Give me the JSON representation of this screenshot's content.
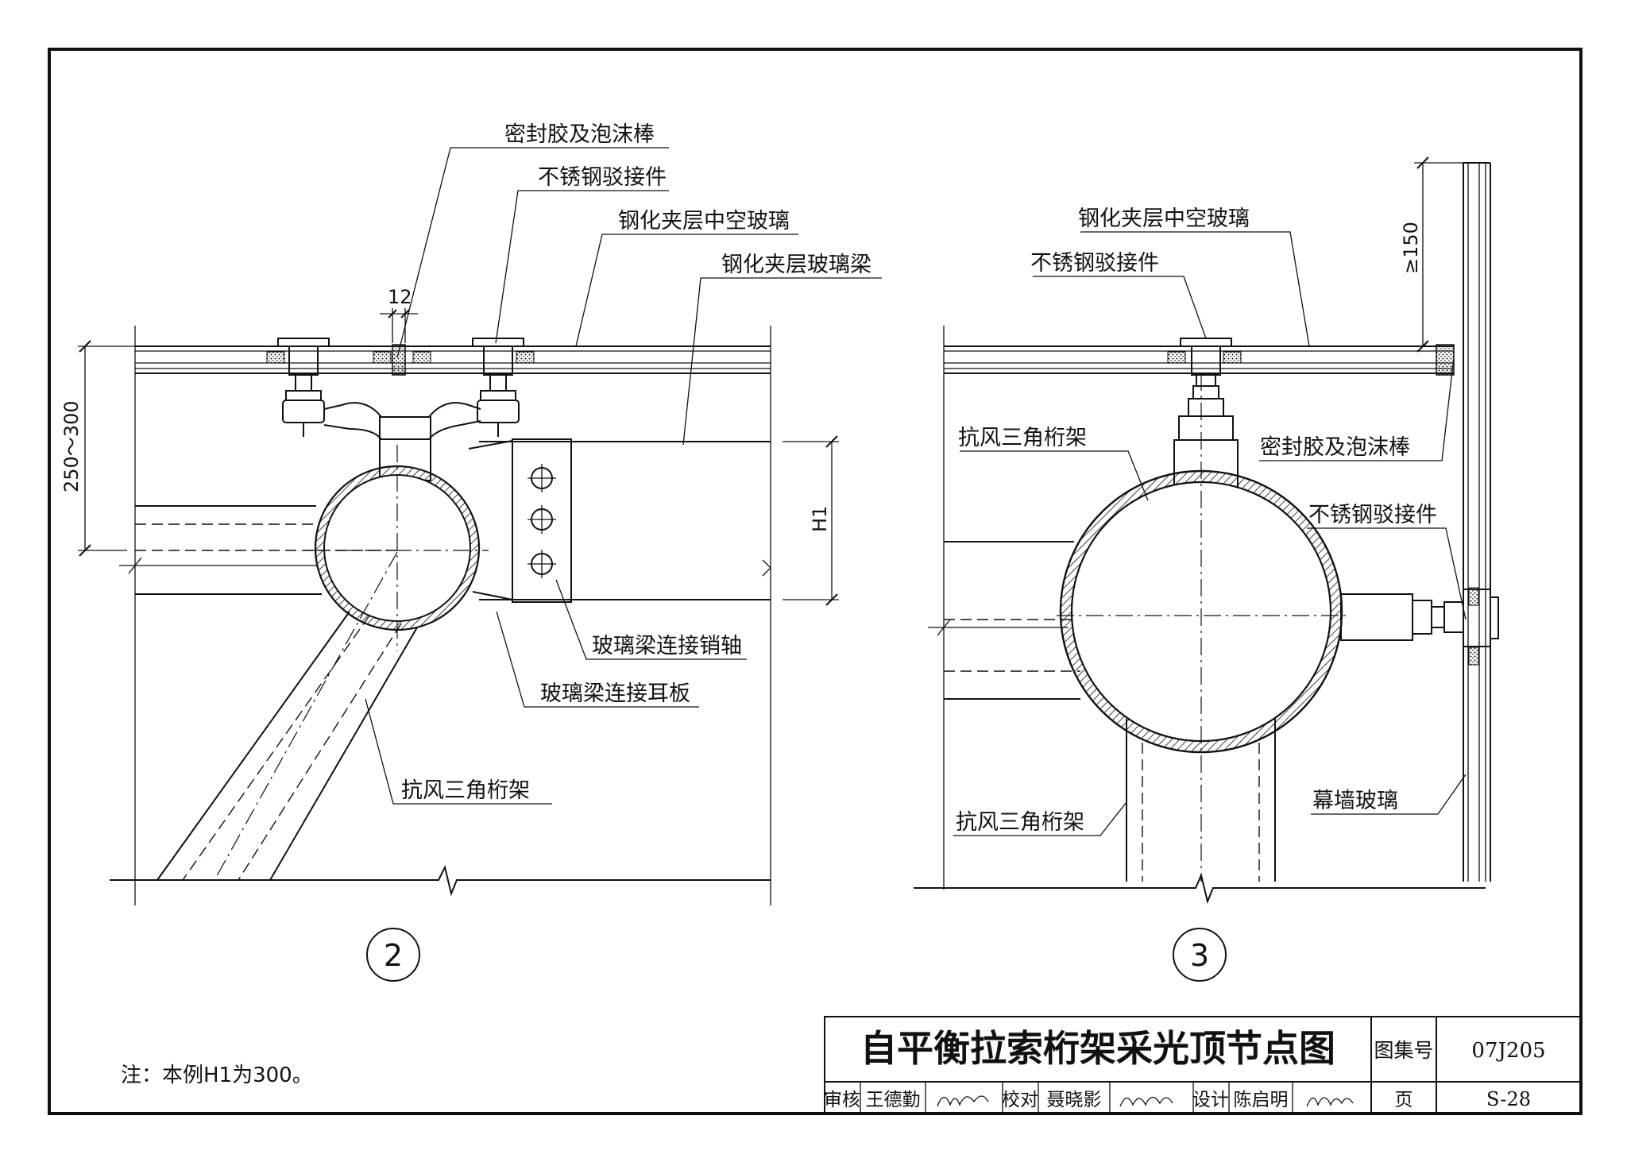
{
  "detail2": {
    "number": "2",
    "labels": {
      "sealant": "密封胶及泡沫棒",
      "connector": "不锈钢驳接件",
      "glass": "钢化夹层中空玻璃",
      "beam": "钢化夹层玻璃梁",
      "pin": "玻璃梁连接销轴",
      "ear_plate": "玻璃梁连接耳板",
      "truss": "抗风三角桁架"
    },
    "dimensions": {
      "gap": "12",
      "height_range": "250～300",
      "h1": "H1"
    }
  },
  "detail3": {
    "number": "3",
    "labels": {
      "glass": "钢化夹层中空玻璃",
      "connector_top": "不锈钢驳接件",
      "truss_top": "抗风三角桁架",
      "sealant": "密封胶及泡沫棒",
      "connector_side": "不锈钢驳接件",
      "curtain_glass": "幕墙玻璃",
      "truss_bottom": "抗风三角桁架"
    },
    "dimensions": {
      "min_overlap": "≥150"
    }
  },
  "note": "注：本例H1为300。",
  "title_block": {
    "title": "自平衡拉索桁架采光顶节点图",
    "atlas_label": "图集号",
    "atlas_no": "07J205",
    "review_label": "审核",
    "reviewer": "王德勤",
    "check_label": "校对",
    "checker": "聂晓影",
    "design_label": "设计",
    "designer": "陈启明",
    "page_label": "页",
    "page_no": "S-28"
  }
}
